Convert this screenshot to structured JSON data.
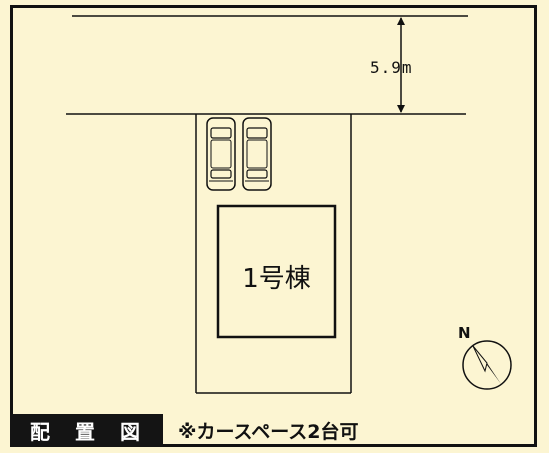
{
  "diagram": {
    "road_width_label": "5.9m",
    "building_label": "1号棟",
    "north_label": "N",
    "legend_title": "配 置 図",
    "parking_note": "※カースペース2台可"
  },
  "icons": {
    "car": "car-icon",
    "compass": "north-arrow-icon"
  },
  "colors": {
    "paper": "#fcf5d2",
    "ink": "#111111",
    "legend_bg": "#141414"
  }
}
